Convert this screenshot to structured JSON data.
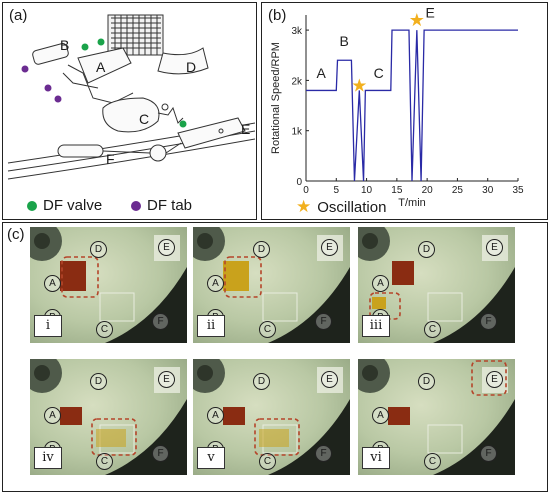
{
  "panel_a": {
    "label": "(a)",
    "chambers": [
      "A",
      "B",
      "C",
      "D",
      "E",
      "F"
    ],
    "legend": [
      {
        "text": "DF valve",
        "color": "#1aa34a"
      },
      {
        "text": "DF tab",
        "color": "#6b2c91"
      }
    ]
  },
  "panel_b": {
    "label": "(b)",
    "legend_text": "Oscillation",
    "star_color": "#f2b01e",
    "line_color": "#2a2aa6"
  },
  "panel_c": {
    "label": "(c)",
    "frames": [
      "i",
      "ii",
      "iii",
      "iv",
      "v",
      "vi"
    ],
    "chamber_letters": [
      "A",
      "B",
      "C",
      "D",
      "E",
      "F"
    ]
  },
  "chart_data": {
    "type": "line",
    "xlabel": "T/min",
    "ylabel": "Rotational Speed/RPM",
    "xlim": [
      0,
      35
    ],
    "ylim": [
      0,
      3300
    ],
    "xticks": [
      "0",
      "5",
      "10",
      "15",
      "20",
      "25",
      "30",
      "35"
    ],
    "yticks": [
      "0",
      "1k",
      "2k",
      "3k"
    ],
    "series": [
      {
        "x": [
          0,
          5,
          5.2,
          7.5,
          8,
          8.8,
          9.5,
          9.8,
          10.2,
          14,
          14.2,
          17,
          17.5,
          18.3,
          19,
          19.5,
          20,
          35
        ],
        "y": [
          1800,
          1800,
          2400,
          2400,
          0,
          1800,
          0,
          1800,
          1800,
          1800,
          3000,
          3000,
          0,
          3000,
          0,
          3000,
          3000,
          3000
        ]
      }
    ],
    "phase_labels": [
      {
        "text": "A",
        "x": 2.5,
        "y": 2050
      },
      {
        "text": "B",
        "x": 6.3,
        "y": 2680
      },
      {
        "text": "C",
        "x": 12,
        "y": 2050
      },
      {
        "text": "E",
        "x": 20.5,
        "y": 3250
      }
    ],
    "stars": [
      {
        "x": 8.8,
        "y": 1900
      },
      {
        "x": 18.3,
        "y": 3200
      }
    ]
  }
}
